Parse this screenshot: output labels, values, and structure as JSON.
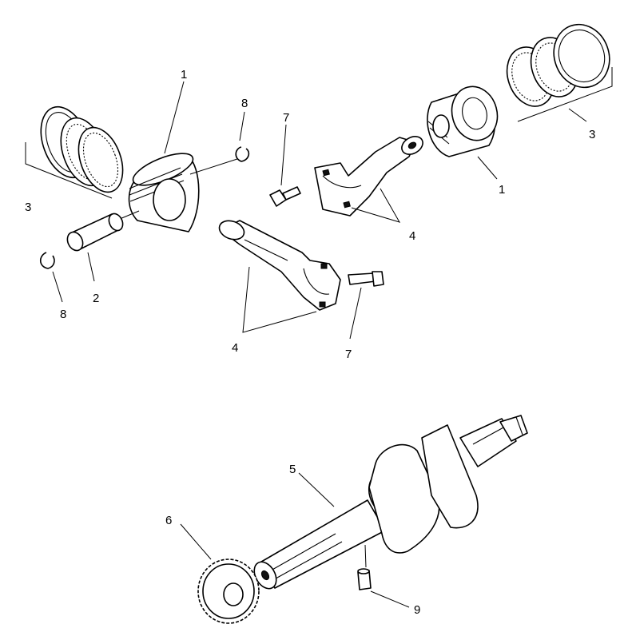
{
  "callouts": [
    {
      "id": "c1a",
      "text": "1"
    },
    {
      "id": "c1b",
      "text": "1"
    },
    {
      "id": "c2",
      "text": "2"
    },
    {
      "id": "c3a",
      "text": "3"
    },
    {
      "id": "c3b",
      "text": "3"
    },
    {
      "id": "c4a",
      "text": "4"
    },
    {
      "id": "c4b",
      "text": "4"
    },
    {
      "id": "c5",
      "text": "5"
    },
    {
      "id": "c6",
      "text": "6"
    },
    {
      "id": "c7a",
      "text": "7"
    },
    {
      "id": "c7b",
      "text": "7"
    },
    {
      "id": "c8a",
      "text": "8"
    },
    {
      "id": "c8b",
      "text": "8"
    },
    {
      "id": "c9",
      "text": "9"
    }
  ],
  "colors": {
    "line": "#000000",
    "background": "#ffffff",
    "shade": "#cfcfcf"
  }
}
